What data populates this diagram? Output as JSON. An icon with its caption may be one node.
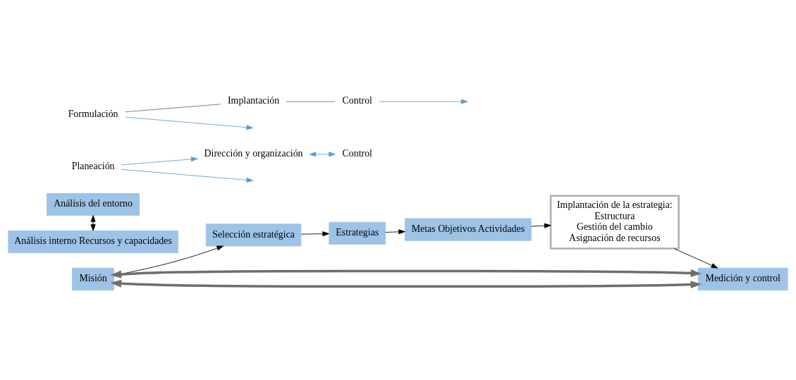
{
  "diagram": {
    "nodes": [
      {
        "text": [
          "Misión"
        ]
      },
      {
        "text": [
          "Análisis del entorno"
        ]
      },
      {
        "text": [
          "Análisis interno Recursos y capacidades"
        ]
      },
      {
        "text": [
          "Selección estratégica"
        ]
      },
      {
        "text": [
          "Estrategias"
        ]
      },
      {
        "text": [
          "Metas Objetivos Actividades"
        ]
      },
      {
        "text": [
          "Implantación de la estrategia:",
          "Estructura",
          "Gestión del cambio",
          "Asignación de recursos"
        ]
      },
      {
        "text": [
          "Medición y control"
        ]
      },
      {
        "text": [
          "Planeación"
        ]
      },
      {
        "text": [
          "Dirección y organización"
        ]
      },
      {
        "text": [
          "Control"
        ]
      },
      {
        "text": [
          "Formulación"
        ]
      },
      {
        "text": [
          "Implantación"
        ]
      },
      {
        "text": [
          "Control"
        ]
      }
    ],
    "edges": [
      {
        "from": 1,
        "to": 2,
        "arrow": "both"
      },
      {
        "from": 0,
        "to": 3,
        "arrow": "to"
      },
      {
        "from": 3,
        "to": 4,
        "arrow": "to"
      },
      {
        "from": 4,
        "to": 5,
        "arrow": "to"
      },
      {
        "from": 5,
        "to": 6,
        "arrow": "to"
      },
      {
        "from": 6,
        "to": 7,
        "arrow": "to"
      },
      {
        "from": 7,
        "to": 0,
        "arrow": "both",
        "style": "thick",
        "color": "#6e6e6e"
      },
      {
        "from": 0,
        "to": 7,
        "arrow": "both",
        "style": "thick",
        "color": "#6e6e6e"
      },
      {
        "from": 8,
        "to": null,
        "arrow": "to",
        "color": "#5b9bd5"
      },
      {
        "from": 8,
        "to": 9,
        "arrow": "to",
        "color": "#5b9bd5"
      },
      {
        "from": 9,
        "to": 10,
        "arrow": "both",
        "color": "#5b9bd5"
      },
      {
        "from": 11,
        "to": null,
        "arrow": "to",
        "color": "#5b9bd5"
      },
      {
        "from": 11,
        "to": 12,
        "arrow": "none",
        "color": "#6e6e6e"
      },
      {
        "from": 12,
        "to": 13,
        "arrow": "none",
        "color": "#6e6e6e"
      },
      {
        "from": 13,
        "to": null,
        "arrow": "to",
        "color": "#5b9bd5"
      }
    ]
  }
}
